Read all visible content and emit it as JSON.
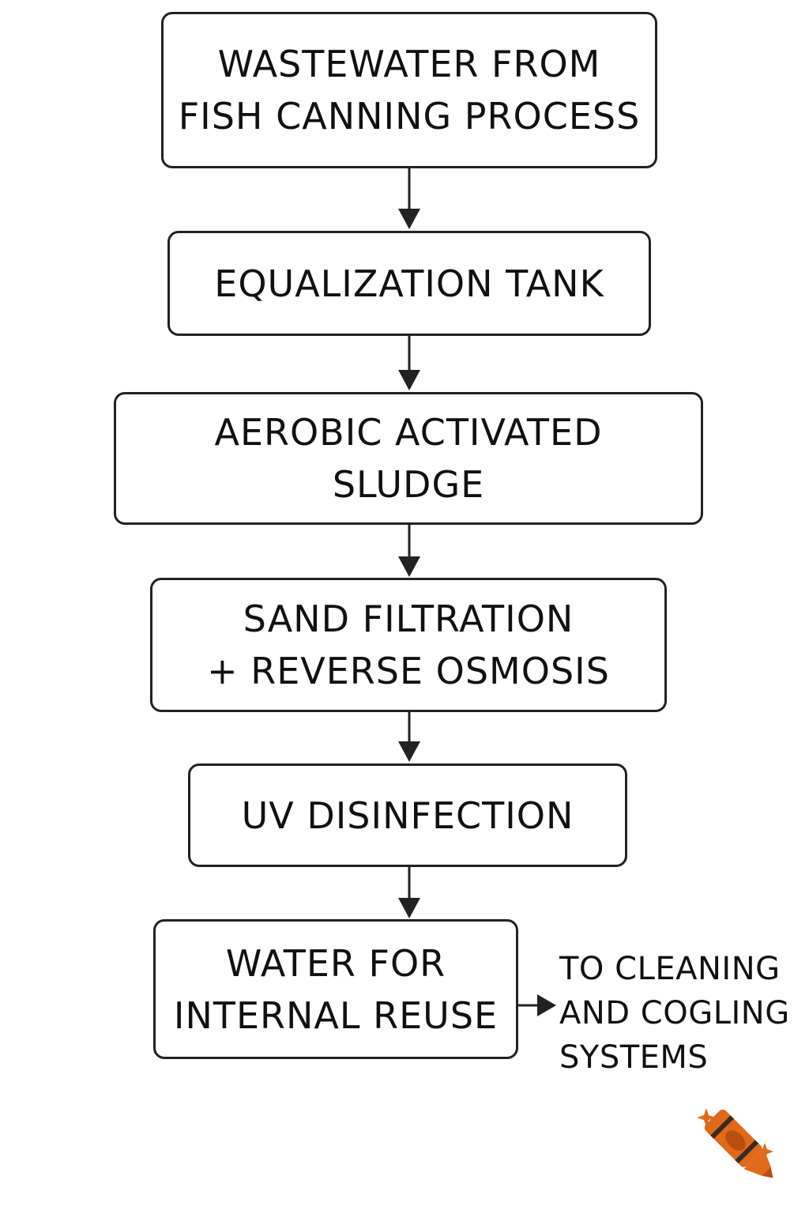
{
  "diagram": {
    "steps": [
      {
        "lines": [
          "WASTEWATER FROM",
          "FISH CANNING PROCESS"
        ]
      },
      {
        "lines": [
          "EQUALIZATION TANK"
        ]
      },
      {
        "lines": [
          "AEROBIC ACTIVATED",
          "SLUDGE"
        ]
      },
      {
        "lines": [
          "SAND FILTRATION",
          "+ REVERSE OSMOSIS"
        ]
      },
      {
        "lines": [
          "UV DISINFECTION"
        ]
      },
      {
        "lines": [
          "WATER FOR",
          "INTERNAL REUSE"
        ]
      }
    ],
    "output": {
      "lines": [
        "TO CLEANING",
        "AND COGLING",
        "SYSTEMS"
      ]
    }
  },
  "colors": {
    "stroke": "#222222",
    "logo_primary": "#e06a1b",
    "logo_secondary": "#b84f0f",
    "logo_band": "#3a2a20"
  },
  "icons": {
    "logo": "crayon-logo-icon"
  }
}
